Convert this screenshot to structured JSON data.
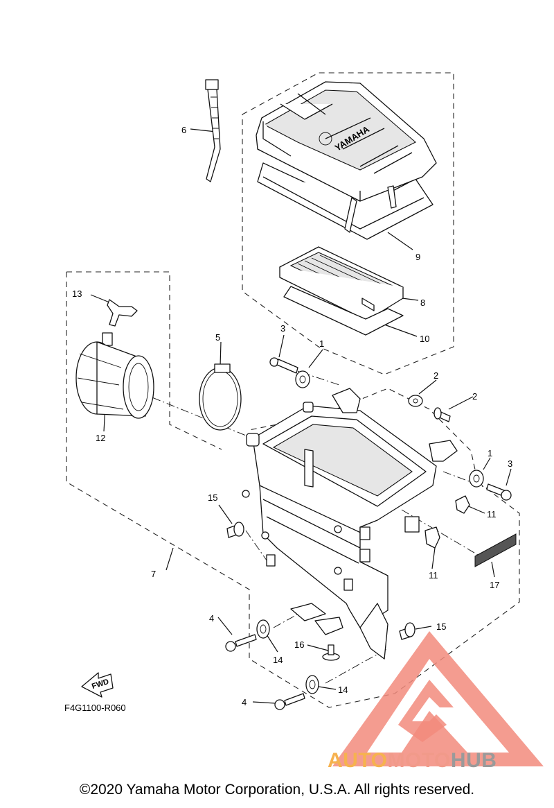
{
  "labels": {
    "p1a": "1",
    "p1b": "1",
    "p2a": "2",
    "p2b": "2",
    "p3a": "3",
    "p3b": "3",
    "p4a": "4",
    "p4b": "4",
    "p5": "5",
    "p6": "6",
    "p7": "7",
    "p8": "8",
    "p9": "9",
    "p10": "10",
    "p11a": "11",
    "p11b": "11",
    "p12": "12",
    "p13": "13",
    "p14a": "14",
    "p14b": "14",
    "p15a": "15",
    "p15b": "15",
    "p16": "16",
    "p17": "17"
  },
  "lid_brand": "YAMAHA",
  "fwd": "FWD",
  "drawing_code": "F4G1100-R060",
  "copyright": "©2020 Yamaha Motor Corporation, U.S.A. All rights reserved.",
  "watermark": {
    "auto": "AUTO",
    "moto": "MOTO",
    "hub": "HUB",
    "colors": {
      "auto": "#f6b24f",
      "moto": "#f19a8a",
      "hub": "#9a9a9a",
      "triangle": "#f28b7d"
    }
  },
  "icons": [
    "fwd-arrow-icon",
    "yamaha-tuning-fork-icon",
    "automotohub-triangle-icon"
  ]
}
